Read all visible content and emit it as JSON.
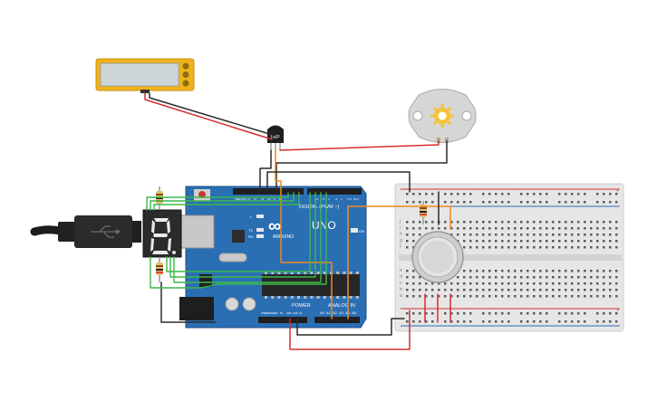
{
  "colors": {
    "background": "#ffffff",
    "arduino_board": "#2a6fb4",
    "arduino_dark": "#1d4f86",
    "wire_red": "#d62d2d",
    "wire_black": "#2a2a2a",
    "wire_green": "#3cb84a",
    "wire_orange": "#ef8a1e",
    "lcd_frame": "#f0b21a",
    "lcd_screen": "#cfd6d9",
    "breadboard": "#e6e6e6",
    "breadboard_rail_red": "#d62d2d",
    "breadboard_rail_blue": "#2a6fb4",
    "seven_segment": "#2b2b2b",
    "segment_lit": "#eaeaea",
    "motor_body": "#d6d6d6",
    "motor_gear": "#f3c43a"
  },
  "icons": {
    "usb_cable": "usb-cable-icon",
    "power_jack": "dc-power-jack-icon",
    "gear": "gear-icon",
    "arduino_logo": "infinity-logo-icon"
  },
  "arduino": {
    "logo_text": "∞",
    "model": "UNO",
    "brand": "ARDUINO",
    "digital_label": "DIGITAL (PWM ~)",
    "power_label": "POWER",
    "analog_label": "ANALOG IN",
    "on_label": "ON",
    "l_label": "L",
    "tx_label": "TX",
    "rx_label": "RX",
    "analog_pins": [
      "A0",
      "A1",
      "A2",
      "A3",
      "A4",
      "A5"
    ],
    "power_pins": [
      "IOREF",
      "RESET",
      "3V3",
      "5V",
      "GND",
      "GND",
      "Vin"
    ],
    "digital_pins": [
      "AREF",
      "GND",
      "13",
      "12",
      "~11",
      "~10",
      "~9",
      "8",
      "7",
      "~6",
      "~5",
      "4",
      "~3",
      "2",
      "TX 1",
      "RX 0"
    ]
  },
  "temperature_sensor": {
    "label": "TMP"
  },
  "seven_segment": {
    "digit": "8."
  },
  "breadboard": {
    "row_letters_top": [
      "j",
      "i",
      "h",
      "g",
      "f"
    ],
    "row_letters_bottom": [
      "e",
      "d",
      "c",
      "b",
      "a"
    ],
    "rail_plus": "+",
    "rail_minus": "-"
  }
}
